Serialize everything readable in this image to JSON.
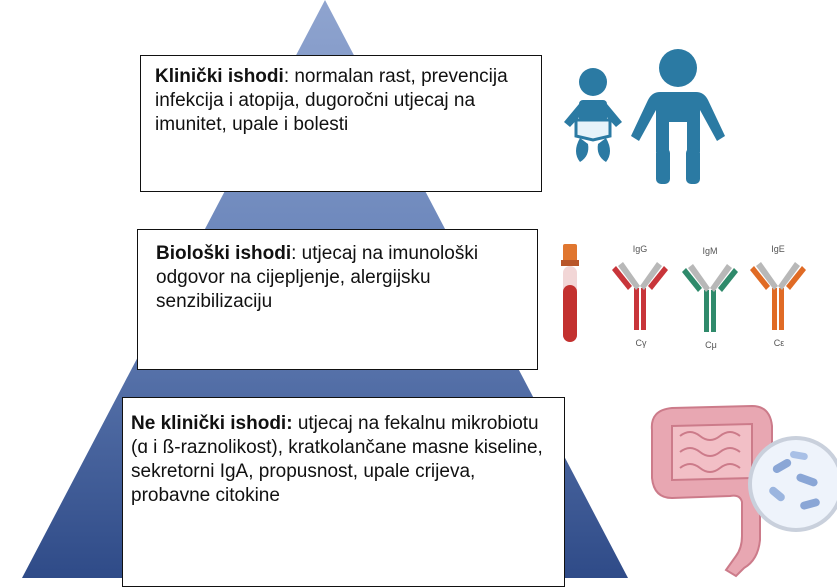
{
  "colors": {
    "pyramid_top": "#8299c8",
    "pyramid_mid": "#6480b6",
    "pyramid_bottom": "#314d89",
    "child_icon": "#2b7aa3",
    "blood_tube": "#c3312f",
    "antibody_igg": "#c8353a",
    "antibody_igm": "#2f8a6b",
    "antibody_ige": "#e06b25"
  },
  "levels": {
    "clinical": {
      "title": "Klinički ishodi",
      "text": ": normalan rast, prevencija infekcija i atopija, dugoročni utjecaj na imunitet, upale i bolesti"
    },
    "biological": {
      "title": "Biološki ishodi",
      "text": ": utjecaj na imunološki odgovor na cijepljenje, alergijsku senzibilizaciju"
    },
    "nonclinical": {
      "title": "Ne klinički ishodi:",
      "text": " utjecaj na fekalnu mikrobiotu (ɑ i ß-raznolikost), kratkolančane masne kiseline, sekretorni IgA, propusnost, upale crijeva, probavne citokine"
    }
  },
  "antibodies": [
    {
      "label": "IgG",
      "chain": "Cγ"
    },
    {
      "label": "IgM",
      "chain": "Cμ"
    },
    {
      "label": "IgE",
      "chain": "Cε"
    }
  ],
  "icons": [
    "baby-icon",
    "child-icon",
    "blood-tube-icon",
    "antibody-icon",
    "intestine-icon",
    "microbe-magnifier-icon"
  ]
}
